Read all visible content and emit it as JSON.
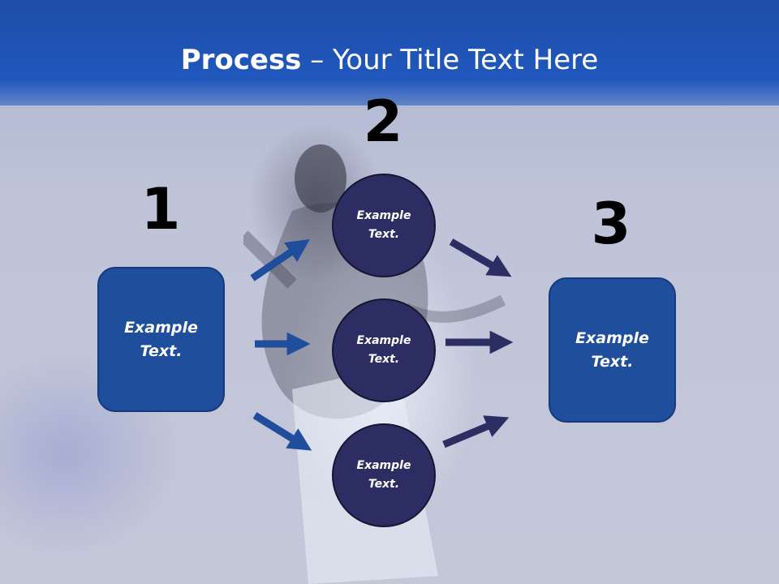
{
  "title": {
    "bold": "Process",
    "rest": " – Your Title Text Here"
  },
  "numbers": {
    "n1": "1",
    "n2": "2",
    "n3": "3"
  },
  "left_box": {
    "text": "Example\nText."
  },
  "right_box": {
    "text": "Example\nText."
  },
  "circles": [
    {
      "text": "Example\nText."
    },
    {
      "text": "Example\nText."
    },
    {
      "text": "Example\nText."
    }
  ],
  "colors": {
    "header": "#2157bd",
    "box": "#1f4e9c",
    "circle": "#2c2d62",
    "arrow_left": "#1f4e9c",
    "arrow_right": "#2c2d62"
  }
}
